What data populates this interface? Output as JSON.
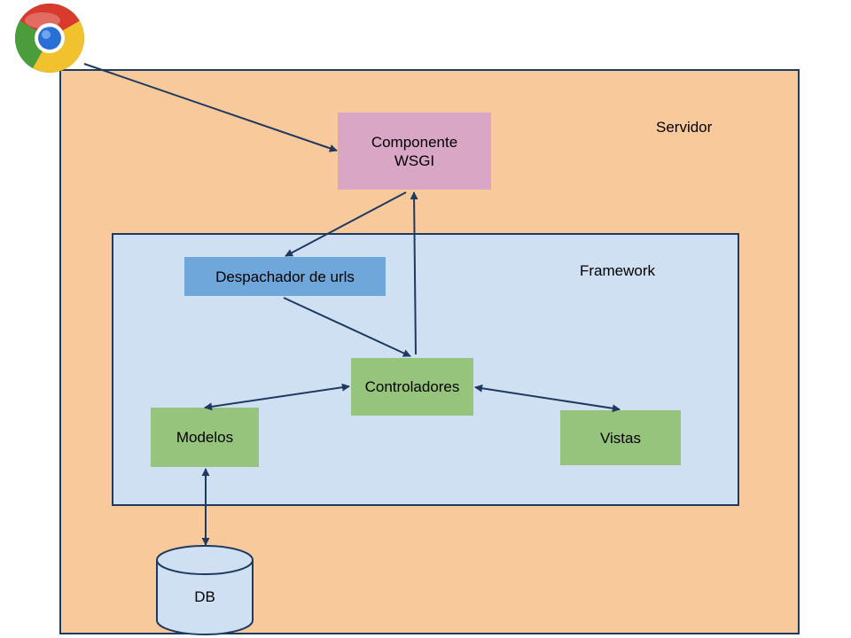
{
  "regions": {
    "servidor": "Servidor",
    "framework": "Framework"
  },
  "nodes": {
    "wsgi_line1": "Componente",
    "wsgi_line2": "WSGI",
    "despachador": "Despachador de urls",
    "controladores": "Controladores",
    "modelos": "Modelos",
    "vistas": "Vistas",
    "db": "DB"
  },
  "icons": {
    "browser": "chrome-browser-icon"
  },
  "colors": {
    "servidor_fill": "#f8c99b",
    "framework_fill": "#cfe0f2",
    "wsgi_fill": "#d9a7c5",
    "despachador_fill": "#6fa7db",
    "component_fill": "#96c47c",
    "db_fill": "#cfe0f2",
    "stroke": "#1f3a60"
  }
}
